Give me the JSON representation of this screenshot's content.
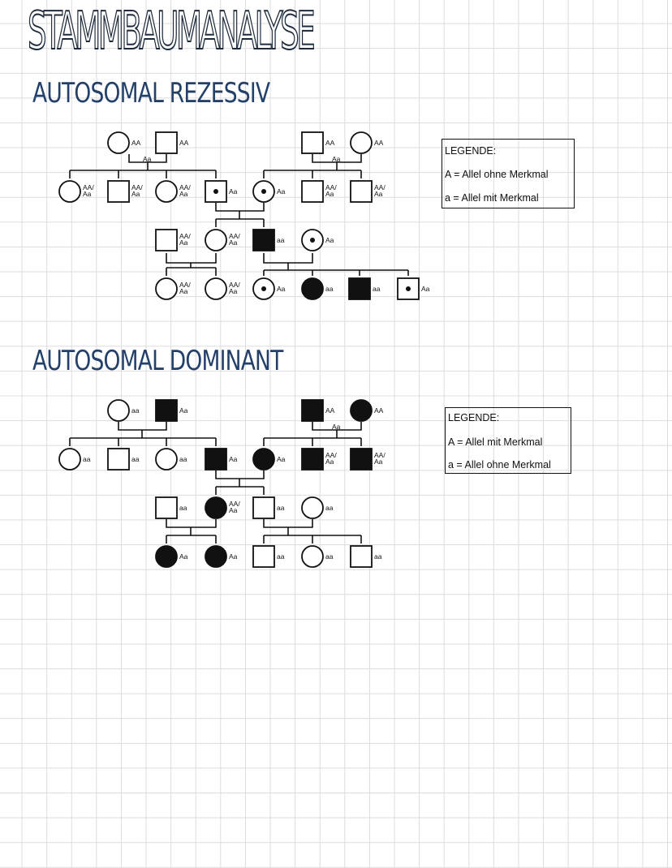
{
  "title": "STAMMBAUMANALYSE",
  "sections": [
    {
      "heading": "AUTOSOMAL REZESSIV",
      "legend": {
        "title": "LEGENDE:",
        "line1": "A = Allel ohne Merkmal",
        "line2": "a = Allel mit Merkmal"
      }
    },
    {
      "heading": "AUTOSOMAL DOMINANT",
      "legend": {
        "title": "LEGENDE:",
        "line1": "A = Allel mit Merkmal",
        "line2": "a = Allel ohne Merkmal"
      }
    }
  ],
  "pedigrees": [
    {
      "individuals": [
        {
          "id": "r1",
          "shape": "circle",
          "status": "unaffected",
          "genotype": [
            "AA"
          ]
        },
        {
          "id": "r2",
          "shape": "square",
          "status": "unaffected",
          "genotype": [
            "AA"
          ]
        },
        {
          "id": "r3",
          "shape": "square",
          "status": "unaffected",
          "genotype": [
            "AA"
          ]
        },
        {
          "id": "r4",
          "shape": "circle",
          "status": "unaffected",
          "genotype": [
            "AA"
          ]
        },
        {
          "id": "r5",
          "shape": "circle",
          "status": "unaffected",
          "genotype": [
            "AA/",
            "Aa"
          ]
        },
        {
          "id": "r6",
          "shape": "square",
          "status": "unaffected",
          "genotype": [
            "AA/",
            "Aa"
          ]
        },
        {
          "id": "r7",
          "shape": "circle",
          "status": "unaffected",
          "genotype": [
            "AA/",
            "Aa"
          ]
        },
        {
          "id": "r8",
          "shape": "square",
          "status": "carrier",
          "genotype": [
            "Aa"
          ]
        },
        {
          "id": "r9",
          "shape": "circle",
          "status": "carrier",
          "genotype": [
            "Aa"
          ]
        },
        {
          "id": "r10",
          "shape": "square",
          "status": "unaffected",
          "genotype": [
            "AA/",
            "Aa"
          ]
        },
        {
          "id": "r11",
          "shape": "square",
          "status": "unaffected",
          "genotype": [
            "AA/",
            "Aa"
          ]
        },
        {
          "id": "r12",
          "shape": "square",
          "status": "unaffected",
          "genotype": [
            "AA/",
            "Aa"
          ]
        },
        {
          "id": "r13",
          "shape": "circle",
          "status": "unaffected",
          "genotype": [
            "AA/",
            "Aa"
          ]
        },
        {
          "id": "r14",
          "shape": "square",
          "status": "affected",
          "genotype": [
            "aa"
          ]
        },
        {
          "id": "r15",
          "shape": "circle",
          "status": "carrier",
          "genotype": [
            "Aa"
          ]
        },
        {
          "id": "r16",
          "shape": "circle",
          "status": "unaffected",
          "genotype": [
            "AA/",
            "Aa"
          ]
        },
        {
          "id": "r17",
          "shape": "circle",
          "status": "unaffected",
          "genotype": [
            "AA/",
            "Aa"
          ]
        },
        {
          "id": "r18",
          "shape": "circle",
          "status": "carrier",
          "genotype": [
            "Aa"
          ]
        },
        {
          "id": "r19",
          "shape": "circle",
          "status": "affected",
          "genotype": [
            "aa"
          ]
        },
        {
          "id": "r20",
          "shape": "square",
          "status": "affected",
          "genotype": [
            "aa"
          ]
        },
        {
          "id": "r21",
          "shape": "square",
          "status": "carrier",
          "genotype": [
            "Aa"
          ]
        }
      ],
      "couple_labels": [
        "Aa",
        "Aa"
      ]
    },
    {
      "individuals": [
        {
          "id": "d1",
          "shape": "circle",
          "status": "unaffected",
          "genotype": [
            "aa"
          ]
        },
        {
          "id": "d2",
          "shape": "square",
          "status": "affected",
          "genotype": [
            "Aa"
          ]
        },
        {
          "id": "d3",
          "shape": "square",
          "status": "affected",
          "genotype": [
            "AA"
          ]
        },
        {
          "id": "d4",
          "shape": "circle",
          "status": "affected",
          "genotype": [
            "AA"
          ]
        },
        {
          "id": "d5",
          "shape": "circle",
          "status": "unaffected",
          "genotype": [
            "aa"
          ]
        },
        {
          "id": "d6",
          "shape": "square",
          "status": "unaffected",
          "genotype": [
            "aa"
          ]
        },
        {
          "id": "d7",
          "shape": "circle",
          "status": "unaffected",
          "genotype": [
            "aa"
          ]
        },
        {
          "id": "d8",
          "shape": "square",
          "status": "affected",
          "genotype": [
            "Aa"
          ]
        },
        {
          "id": "d9",
          "shape": "circle",
          "status": "affected",
          "genotype": [
            "Aa"
          ]
        },
        {
          "id": "d10",
          "shape": "square",
          "status": "affected",
          "genotype": [
            "AA/",
            "Aa"
          ]
        },
        {
          "id": "d11",
          "shape": "square",
          "status": "affected",
          "genotype": [
            "AA/",
            "Aa"
          ]
        },
        {
          "id": "d12",
          "shape": "square",
          "status": "unaffected",
          "genotype": [
            "aa"
          ]
        },
        {
          "id": "d13",
          "shape": "circle",
          "status": "affected",
          "genotype": [
            "AA/",
            "Aa"
          ]
        },
        {
          "id": "d14",
          "shape": "square",
          "status": "unaffected",
          "genotype": [
            "aa"
          ]
        },
        {
          "id": "d15",
          "shape": "circle",
          "status": "unaffected",
          "genotype": [
            "aa"
          ]
        },
        {
          "id": "d16",
          "shape": "circle",
          "status": "affected",
          "genotype": [
            "Aa"
          ]
        },
        {
          "id": "d17",
          "shape": "circle",
          "status": "affected",
          "genotype": [
            "Aa"
          ]
        },
        {
          "id": "d18",
          "shape": "square",
          "status": "unaffected",
          "genotype": [
            "aa"
          ]
        },
        {
          "id": "d19",
          "shape": "circle",
          "status": "unaffected",
          "genotype": [
            "aa"
          ]
        },
        {
          "id": "d20",
          "shape": "square",
          "status": "unaffected",
          "genotype": [
            "aa"
          ]
        }
      ],
      "couple_labels": [
        "Aa"
      ]
    }
  ]
}
